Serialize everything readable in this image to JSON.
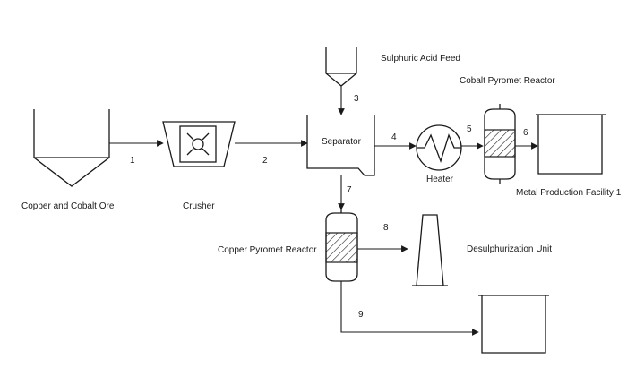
{
  "labels": {
    "ore": "Copper and Cobalt Ore",
    "crusher": "Crusher",
    "acid_feed": "Sulphuric Acid Feed",
    "separator": "Separator",
    "heater": "Heater",
    "cobalt_reactor": "Cobalt Pyromet Reactor",
    "metal_facility": "Metal Production Facility 1",
    "copper_reactor": "Copper Pyromet Reactor",
    "desulph": "Desulphurization Unit"
  },
  "streams": {
    "s1": "1",
    "s2": "2",
    "s3": "3",
    "s4": "4",
    "s5": "5",
    "s6": "6",
    "s7": "7",
    "s8": "8",
    "s9": "9"
  }
}
